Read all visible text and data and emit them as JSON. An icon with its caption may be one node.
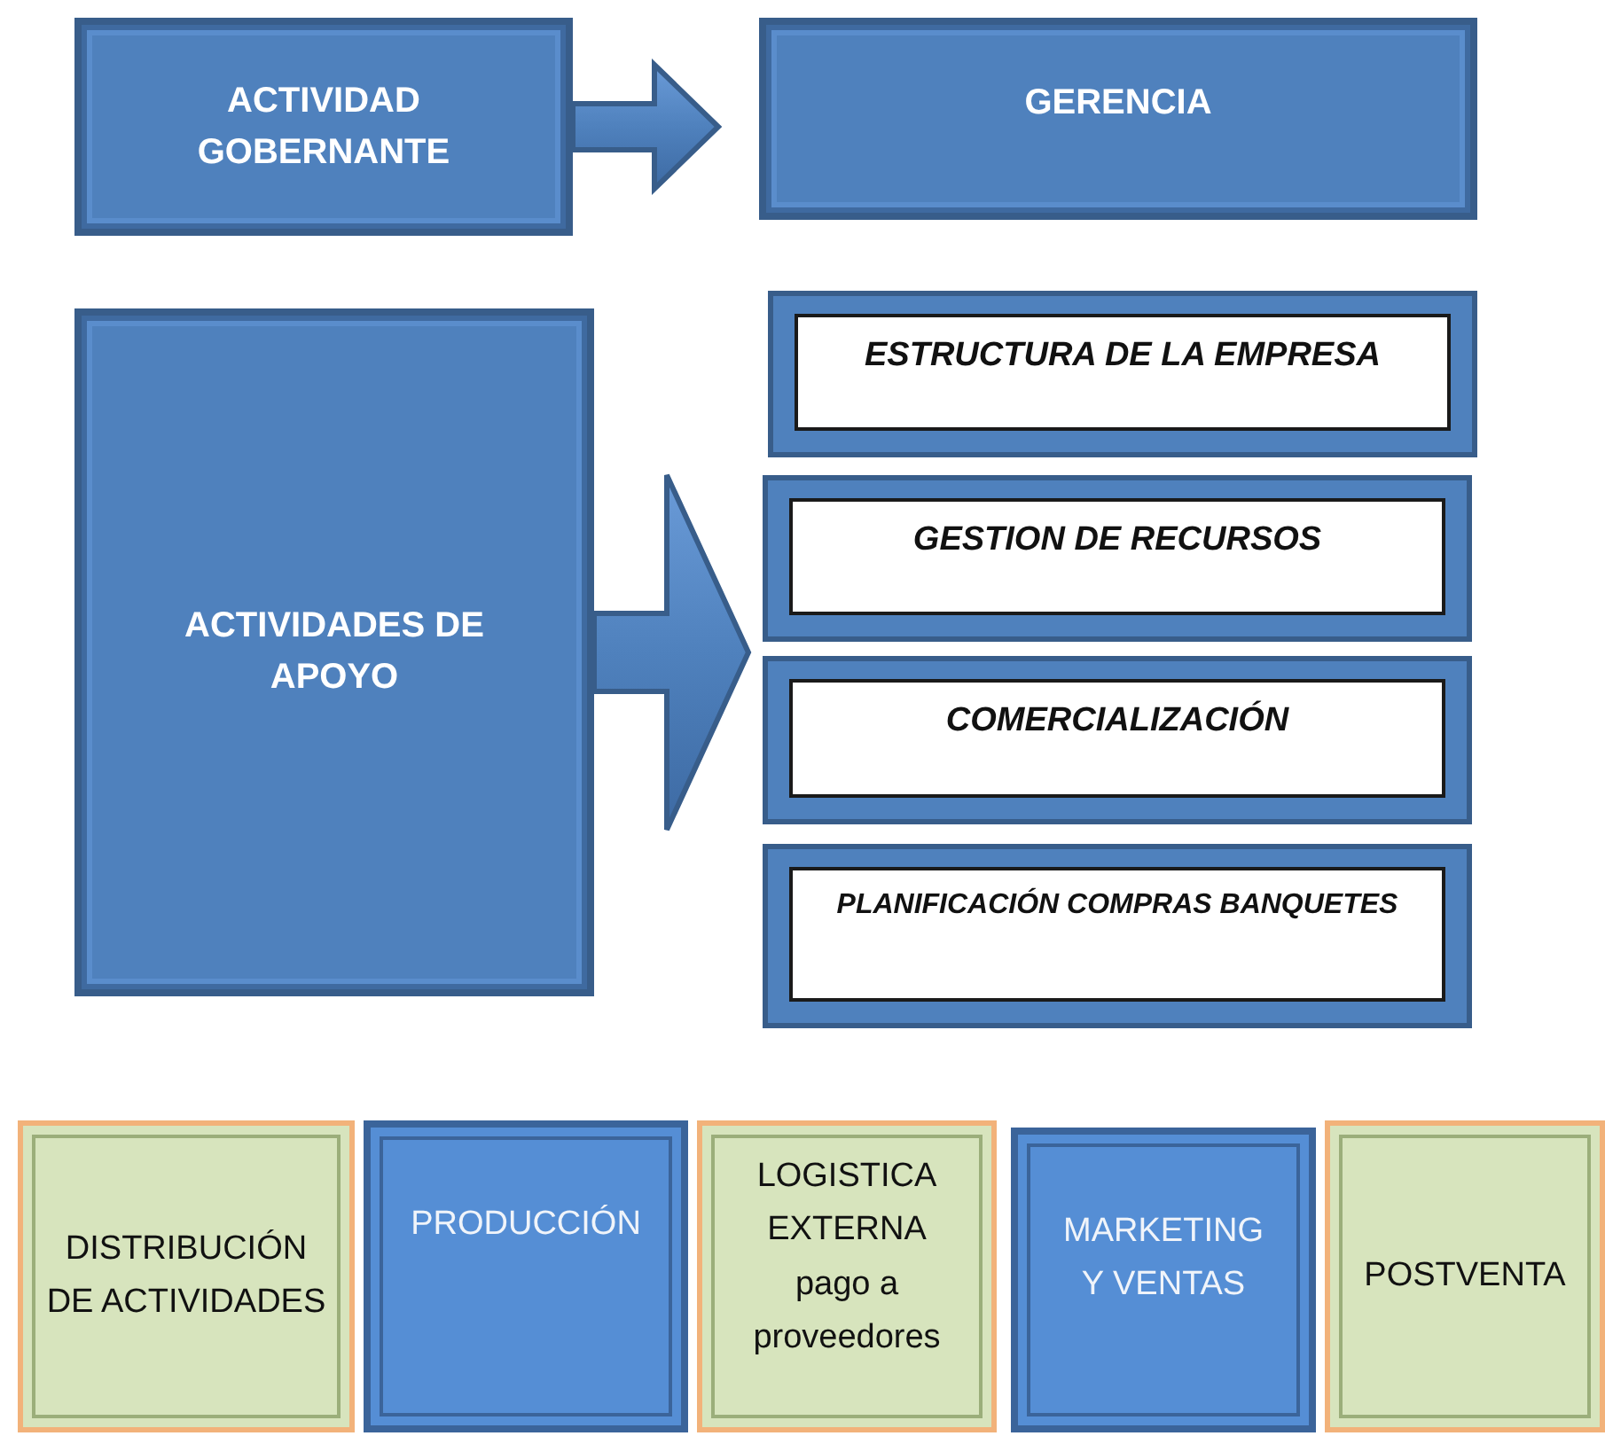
{
  "diagram": {
    "nodes": [
      {
        "text": [
          "ACTIVIDAD GOBERNANTE"
        ]
      },
      {
        "text": [
          "GERENCIA"
        ]
      },
      {
        "text": [
          "ACTIVIDADES DE APOYO"
        ]
      },
      {
        "text": [
          "ESTRUCTURA DE LA EMPRESA"
        ]
      },
      {
        "text": [
          "GESTION DE RECURSOS"
        ]
      },
      {
        "text": [
          "COMERCIALIZACIÓN"
        ]
      },
      {
        "text": [
          "PLANIFICACIÓN COMPRAS BANQUETES"
        ]
      },
      {
        "text": [
          "DISTRIBUCIÓN DE ACTIVIDADES"
        ]
      },
      {
        "text": [
          "PRODUCCIÓN"
        ]
      },
      {
        "text": [
          "LOGISTICA EXTERNA pago a proveedores"
        ]
      },
      {
        "text": [
          "MARKETING Y VENTAS"
        ]
      },
      {
        "text": [
          "POSTVENTA"
        ]
      }
    ],
    "edges": [
      {
        "from": 0,
        "to": 1,
        "arrow": "to",
        "style": "thick"
      },
      {
        "from": 2,
        "to": null,
        "arrow": "to",
        "style": "thick"
      }
    ]
  }
}
